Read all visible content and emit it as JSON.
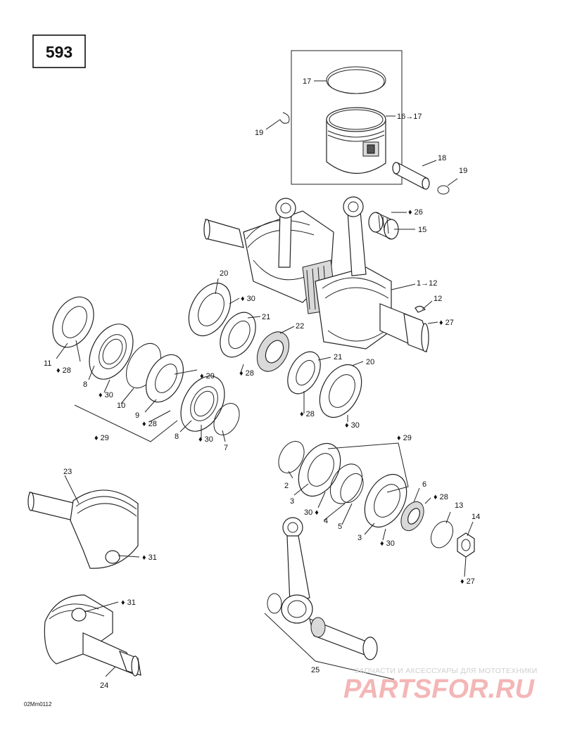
{
  "page_number": "593",
  "drawing_ref": "02Mm0112",
  "watermark": {
    "tagline": "ЗАПЧАСТИ И АКСЕССУАРЫ ДЛЯ МОТОТЕХНИКИ",
    "logo": "PARTSFOR.RU"
  },
  "callouts": {
    "c17": "17",
    "c16_17": "16→17",
    "c19a": "19",
    "c18": "18",
    "c19b": "19",
    "c26": "26",
    "c15": "15",
    "c1_12": "1→12",
    "c12": "12",
    "c27a": "27",
    "c20a": "20",
    "c30a": "30",
    "c21a": "21",
    "c22": "22",
    "c11": "11",
    "c28a": "28",
    "c8a": "8",
    "c30b": "30",
    "c10": "10",
    "c29a": "29",
    "c9": "9",
    "c28b": "28",
    "c28c": "28",
    "c21b": "21",
    "c20b": "20",
    "c28d": "28",
    "c30c": "30",
    "c8b": "8",
    "c30d": "30",
    "c7": "7",
    "c29b": "29",
    "c29c": "29",
    "c2": "2",
    "c3a": "3",
    "c30e": "30",
    "c4": "4",
    "c5": "5",
    "c6": "6",
    "c28e": "28",
    "c13": "13",
    "c14": "14",
    "c3b": "3",
    "c30f": "30",
    "c27b": "27",
    "c23": "23",
    "c31a": "31",
    "c31b": "31",
    "c24": "24",
    "c25": "25"
  }
}
